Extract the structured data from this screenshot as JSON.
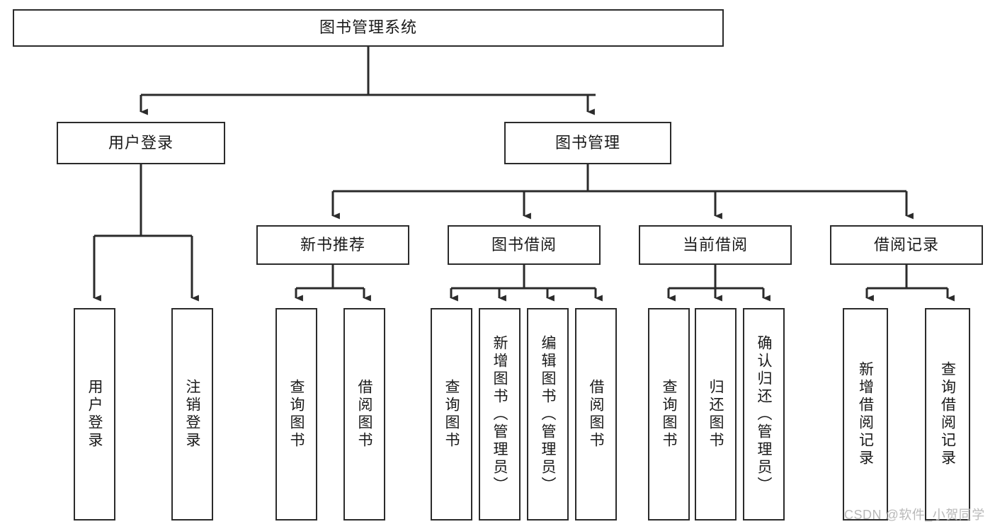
{
  "diagram": {
    "title": "图书管理系统",
    "type": "tree-hierarchy-diagram",
    "colors": {
      "stroke": "#2b2b2b",
      "fill": "#ffffff",
      "text": "#1a1a1a",
      "watermark": "#b9b9b9"
    },
    "root": {
      "id": "root",
      "label": "图书管理系统"
    },
    "level2": [
      {
        "id": "user-login",
        "label": "用户登录"
      },
      {
        "id": "book-management",
        "label": "图书管理"
      }
    ],
    "level3": [
      {
        "id": "new-book-recommend",
        "label": "新书推荐"
      },
      {
        "id": "book-borrow",
        "label": "图书借阅"
      },
      {
        "id": "current-borrow",
        "label": "当前借阅"
      },
      {
        "id": "borrow-record",
        "label": "借阅记录"
      }
    ],
    "leaves": {
      "user_login": [
        {
          "id": "leaf-user-login",
          "label": "用户登录"
        },
        {
          "id": "leaf-logout-login",
          "label": "注销登录"
        }
      ],
      "new_book_recommend": [
        {
          "id": "leaf-query-book-1",
          "label": "查询图书"
        },
        {
          "id": "leaf-borrow-book-1",
          "label": "借阅图书"
        }
      ],
      "book_borrow": [
        {
          "id": "leaf-query-book-2",
          "label": "查询图书"
        },
        {
          "id": "leaf-add-book",
          "label": "新增图书（管理员）"
        },
        {
          "id": "leaf-edit-book",
          "label": "编辑图书（管理员）"
        },
        {
          "id": "leaf-borrow-book-2",
          "label": "借阅图书"
        }
      ],
      "current_borrow": [
        {
          "id": "leaf-query-book-3",
          "label": "查询图书"
        },
        {
          "id": "leaf-return-book",
          "label": "归还图书"
        },
        {
          "id": "leaf-confirm-return",
          "label": "确认归还（管理员）"
        }
      ],
      "borrow_record": [
        {
          "id": "leaf-add-record",
          "label": "新增借阅记录"
        },
        {
          "id": "leaf-query-record",
          "label": "查询借阅记录"
        }
      ]
    },
    "watermark": "CSDN @软件_小贺同学"
  }
}
